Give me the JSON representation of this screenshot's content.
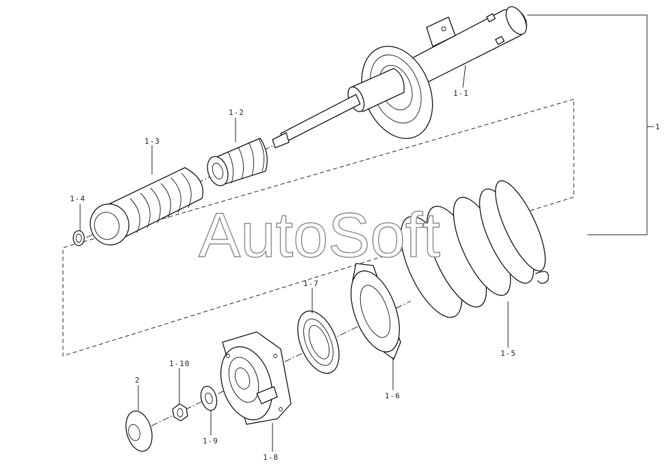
{
  "labels": {
    "assembly": "1",
    "p1_1": "1-1",
    "p1_2": "1-2",
    "p1_3": "1-3",
    "p1_4": "1-4",
    "p1_5": "1-5",
    "p1_6": "1-6",
    "p1_7": "1-7",
    "p1_8": "1-8",
    "p1_9": "1-9",
    "p1_10": "1-10",
    "p2": "2"
  },
  "watermark": "AutoSoft"
}
